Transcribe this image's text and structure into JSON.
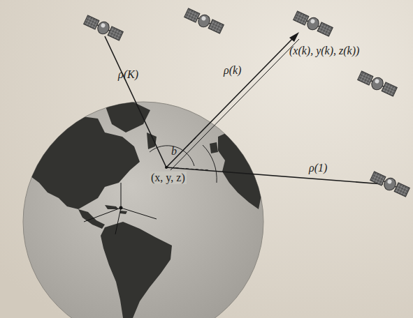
{
  "diagram": {
    "labels": [
      "ρ(K)",
      "ρ(k)",
      "(x(k), y(k), z(k))",
      "ρ(1)",
      "b",
      "(x, y, z)"
    ]
  }
}
